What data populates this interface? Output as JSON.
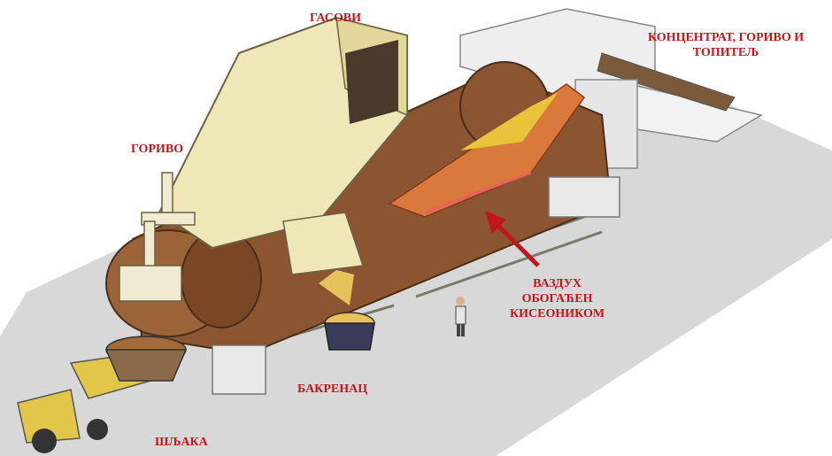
{
  "labels": {
    "gases": "ГАСОВИ",
    "concentrate_line1": "КОНЦЕНТРАТ, ГОРИВО И",
    "concentrate_line2": "ТОПИТЕЉ",
    "fuel": "ГОРИВО",
    "air_line1": "ВАЗДУХ",
    "air_line2": "ОБОГАЋЕН",
    "air_line3": "КИСЕОНИКОМ",
    "matte": "БАКРЕНАЦ",
    "slag": "ШЉАКА"
  },
  "colors": {
    "label_text": "#c0161c",
    "arrow": "#c0161c",
    "furnace_shell": "#8a5530",
    "hood": "#efe7b8",
    "molten": "#d97a3c",
    "floor": "#d8d8d8"
  }
}
